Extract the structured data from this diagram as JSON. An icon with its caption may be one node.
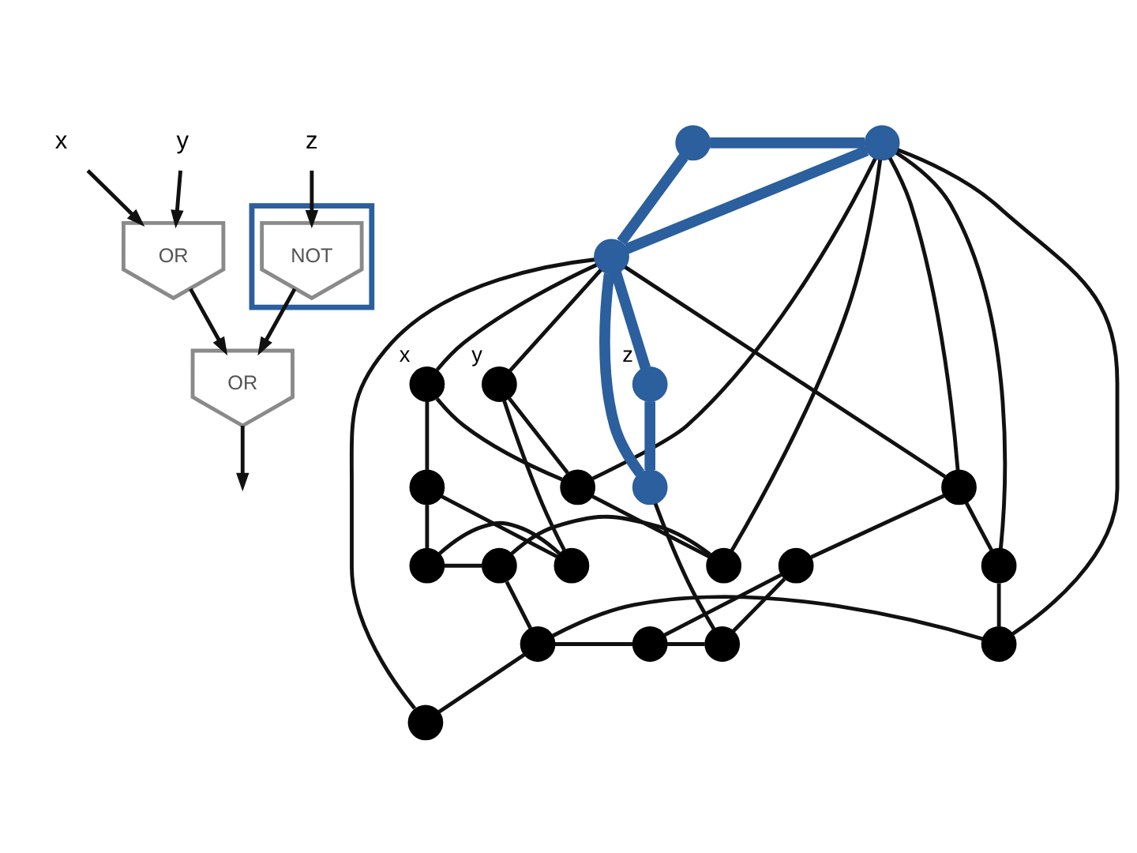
{
  "diagram": {
    "nodes": [
      {
        "text": [
          "x"
        ]
      },
      {
        "text": [
          "y"
        ]
      },
      {
        "text": [
          "z"
        ]
      },
      {
        "text": [
          "OR"
        ]
      },
      {
        "text": [],
        "shape": "box"
      },
      {
        "text": [
          "NOT"
        ],
        "in": 4
      },
      {
        "text": [
          "OR"
        ]
      },
      {
        "text": [],
        "shape": "circle"
      },
      {
        "text": [],
        "shape": "circle"
      },
      {
        "text": [],
        "shape": "circle"
      },
      {
        "text": [],
        "shape": "circle",
        "beside": [
          "x"
        ]
      },
      {
        "text": [],
        "shape": "circle"
      },
      {
        "text": [],
        "shape": "circle"
      },
      {
        "text": [],
        "shape": "circle"
      },
      {
        "text": [],
        "shape": "circle"
      },
      {
        "text": [],
        "shape": "circle",
        "beside": [
          "y"
        ]
      },
      {
        "text": [],
        "shape": "circle"
      },
      {
        "text": [],
        "shape": "circle"
      },
      {
        "text": [],
        "shape": "circle",
        "beside": [
          "z"
        ]
      },
      {
        "text": [],
        "shape": "circle"
      },
      {
        "text": [],
        "shape": "circle"
      },
      {
        "text": [],
        "shape": "circle"
      },
      {
        "text": [],
        "shape": "circle"
      },
      {
        "text": [],
        "shape": "circle"
      },
      {
        "text": [],
        "shape": "circle"
      },
      {
        "text": [],
        "shape": "circle"
      },
      {
        "text": [],
        "shape": "circle"
      },
      {
        "text": [],
        "shape": "circle"
      }
    ],
    "edges": [
      {
        "from": 0,
        "to": 3,
        "arrow": "to"
      },
      {
        "from": 1,
        "to": 3,
        "arrow": "to"
      },
      {
        "from": 2,
        "to": 5,
        "arrow": "to"
      },
      {
        "from": 3,
        "to": 6,
        "arrow": "to"
      },
      {
        "from": 5,
        "to": 6,
        "arrow": "to"
      },
      {
        "from": 6,
        "to": null,
        "arrow": "to"
      },
      {
        "from": 7,
        "to": 8,
        "arrow": "none",
        "style": "thick",
        "color": "#2b5f9e"
      },
      {
        "from": 7,
        "to": 9,
        "arrow": "none",
        "style": "thick",
        "color": "#2b5f9e"
      },
      {
        "from": 8,
        "to": 9,
        "arrow": "none",
        "style": "thick",
        "color": "#2b5f9e"
      },
      {
        "from": 9,
        "to": 18,
        "arrow": "none",
        "style": "thick",
        "color": "#2b5f9e"
      },
      {
        "from": 18,
        "to": 19,
        "arrow": "none",
        "style": "thick",
        "color": "#2b5f9e"
      },
      {
        "from": 9,
        "to": 19,
        "arrow": "none",
        "style": "thick",
        "color": "#2b5f9e"
      },
      {
        "from": 9,
        "to": 10,
        "arrow": "none"
      },
      {
        "from": 10,
        "to": 11,
        "arrow": "none"
      },
      {
        "from": 11,
        "to": 12,
        "arrow": "none"
      },
      {
        "from": 11,
        "to": 13,
        "arrow": "none"
      },
      {
        "from": 12,
        "to": 13,
        "arrow": "none"
      },
      {
        "from": 10,
        "to": 16,
        "arrow": "none"
      },
      {
        "from": 13,
        "to": 15,
        "arrow": "none"
      },
      {
        "from": 12,
        "to": 14,
        "arrow": "none"
      },
      {
        "from": 14,
        "to": 17,
        "arrow": "none"
      },
      {
        "from": 15,
        "to": 16,
        "arrow": "none"
      },
      {
        "from": 16,
        "to": 17,
        "arrow": "none"
      },
      {
        "from": 9,
        "to": 15,
        "arrow": "none"
      },
      {
        "from": 8,
        "to": 16,
        "arrow": "none"
      },
      {
        "from": 8,
        "to": 17,
        "arrow": "none"
      },
      {
        "from": 9,
        "to": 20,
        "arrow": "none"
      },
      {
        "from": 8,
        "to": 20,
        "arrow": "none"
      },
      {
        "from": 9,
        "to": 27,
        "arrow": "none"
      },
      {
        "from": 14,
        "to": 24,
        "arrow": "none"
      },
      {
        "from": 8,
        "to": 25,
        "arrow": "none"
      },
      {
        "from": 8,
        "to": 26,
        "arrow": "none"
      },
      {
        "from": 20,
        "to": 21,
        "arrow": "none"
      },
      {
        "from": 21,
        "to": 22,
        "arrow": "none"
      },
      {
        "from": 21,
        "to": 23,
        "arrow": "none"
      },
      {
        "from": 22,
        "to": 23,
        "arrow": "none"
      },
      {
        "from": 20,
        "to": 25,
        "arrow": "none"
      },
      {
        "from": 19,
        "to": 23,
        "arrow": "none"
      },
      {
        "from": 22,
        "to": 24,
        "arrow": "none"
      },
      {
        "from": 24,
        "to": 26,
        "arrow": "none"
      },
      {
        "from": 25,
        "to": 26,
        "arrow": "none"
      },
      {
        "from": 24,
        "to": 27,
        "arrow": "none"
      }
    ]
  }
}
